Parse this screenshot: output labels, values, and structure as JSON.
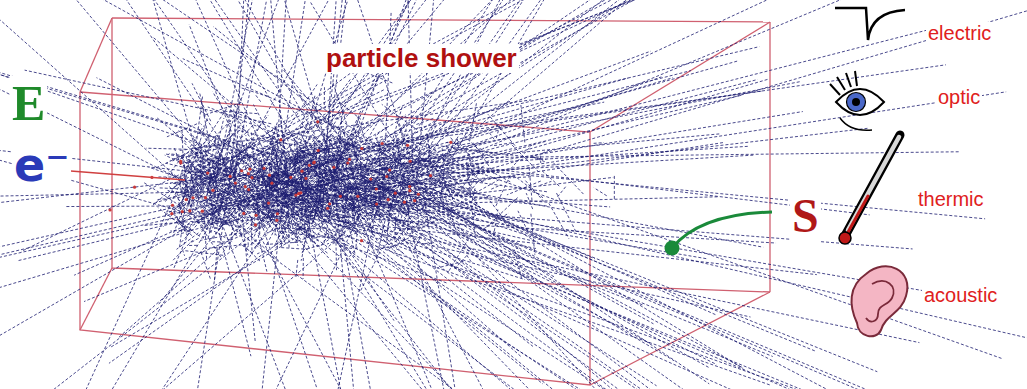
{
  "diagram": {
    "labels": [
      "particle shower",
      "E",
      "e⁻",
      "S",
      "electric",
      "optic",
      "thermic",
      "acoustic"
    ]
  }
}
